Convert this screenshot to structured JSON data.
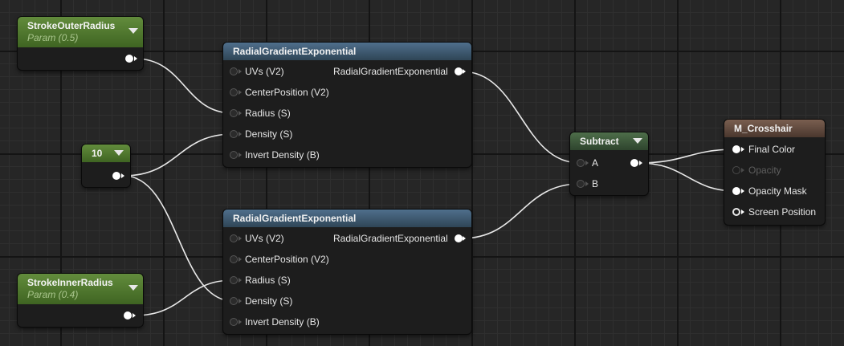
{
  "params": {
    "outer": {
      "name": "StrokeOuterRadius",
      "value": "Param (0.5)"
    },
    "inner": {
      "name": "StrokeInnerRadius",
      "value": "Param (0.4)"
    }
  },
  "constant": {
    "value": "10"
  },
  "radial_top": {
    "title": "RadialGradientExponential",
    "inputs": [
      "UVs (V2)",
      "CenterPosition (V2)",
      "Radius (S)",
      "Density (S)",
      "Invert Density (B)"
    ],
    "output": "RadialGradientExponential"
  },
  "radial_bottom": {
    "title": "RadialGradientExponential",
    "inputs": [
      "UVs (V2)",
      "CenterPosition (V2)",
      "Radius (S)",
      "Density (S)",
      "Invert Density (B)"
    ],
    "output": "RadialGradientExponential"
  },
  "subtract": {
    "title": "Subtract",
    "inputs": [
      "A",
      "B"
    ]
  },
  "material": {
    "title": "M_Crosshair",
    "inputs": [
      "Final Color",
      "Opacity",
      "Opacity Mask",
      "Screen Position"
    ]
  },
  "colors": {
    "canvas_bg": "#262626",
    "wire": "#e8e8e8",
    "param_header": "#5a8a36",
    "function_header": "#3d5a73",
    "math_header": "#3e5a3c",
    "material_header": "#6a5245"
  }
}
